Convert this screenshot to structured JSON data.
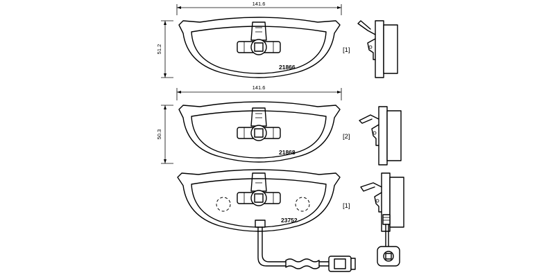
{
  "pads": [
    {
      "part_number": "21866",
      "width_dim": "141.6",
      "height_dim": "51.2",
      "quantity": "[1]"
    },
    {
      "part_number": "21868",
      "width_dim": "141.6",
      "height_dim": "50.3",
      "quantity": "[2]"
    },
    {
      "part_number": "23752",
      "quantity": "[1]"
    }
  ]
}
